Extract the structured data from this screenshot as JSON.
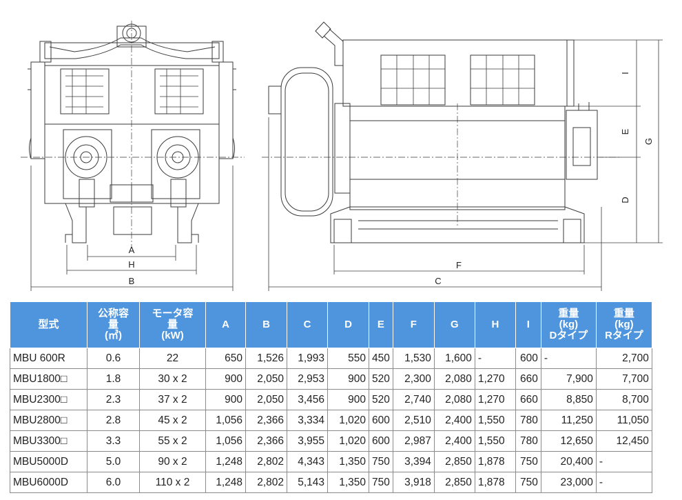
{
  "drawing": {
    "front_dims": {
      "a": "A",
      "h": "H",
      "b": "B"
    },
    "side_dims": {
      "f": "F",
      "c": "C",
      "i": "I",
      "e": "E",
      "d": "D",
      "g": "G"
    }
  },
  "table": {
    "headers": [
      "型式",
      "公称容\n量\n(㎥)",
      "モータ容\n量\n(kW)",
      "A",
      "B",
      "C",
      "D",
      "E",
      "F",
      "G",
      "H",
      "I",
      "重量\n(kg)\nDタイプ",
      "重量\n(kg)\nRタイプ"
    ],
    "rows": [
      [
        "MBU 600R",
        "0.6",
        "22",
        "650",
        "1,526",
        "1,993",
        "550",
        "450",
        "1,530",
        "1,600",
        "-",
        "600",
        "-",
        "2,700"
      ],
      [
        "MBU1800□",
        "1.8",
        "30 x 2",
        "900",
        "2,050",
        "2,953",
        "900",
        "520",
        "2,300",
        "2,080",
        "1,270",
        "660",
        "7,900",
        "7,700"
      ],
      [
        "MBU2300□",
        "2.3",
        "37 x 2",
        "900",
        "2,050",
        "3,456",
        "900",
        "520",
        "2,740",
        "2,080",
        "1,270",
        "660",
        "8,850",
        "8,700"
      ],
      [
        "MBU2800□",
        "2.8",
        "45 x 2",
        "1,056",
        "2,366",
        "3,334",
        "1,020",
        "600",
        "2,510",
        "2,400",
        "1,550",
        "780",
        "11,250",
        "11,050"
      ],
      [
        "MBU3300□",
        "3.3",
        "55 x 2",
        "1,056",
        "2,366",
        "3,955",
        "1,020",
        "600",
        "2,987",
        "2,400",
        "1,550",
        "780",
        "12,650",
        "12,450"
      ],
      [
        "MBU5000D",
        "5.0",
        "90 x 2",
        "1,248",
        "2,802",
        "4,343",
        "1,350",
        "750",
        "3,394",
        "2,850",
        "1,878",
        "750",
        "20,400",
        "-"
      ],
      [
        "MBU6000D",
        "6.0",
        "110 x 2",
        "1,248",
        "2,802",
        "5,143",
        "1,350",
        "750",
        "3,918",
        "2,850",
        "1,878",
        "750",
        "23,000",
        "-"
      ]
    ]
  }
}
